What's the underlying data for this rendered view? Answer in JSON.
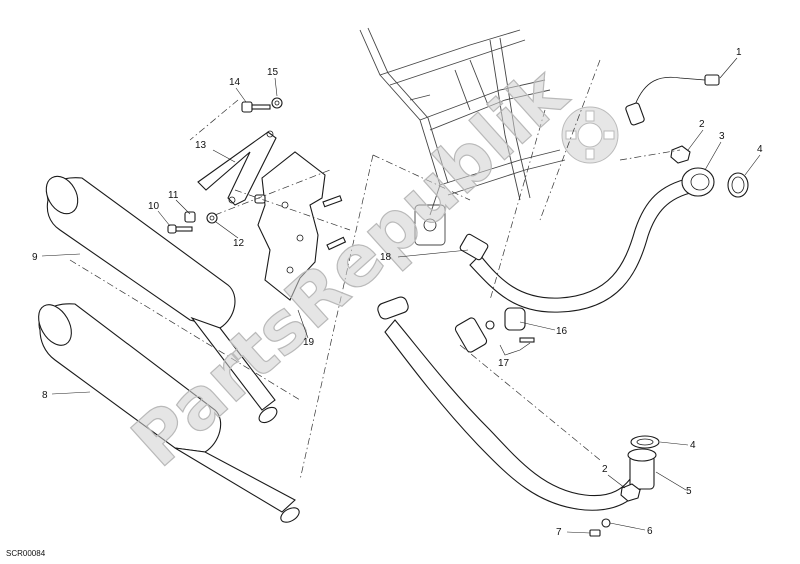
{
  "diagram": {
    "callouts": [
      "1",
      "2",
      "3",
      "4",
      "9",
      "11",
      "12",
      "13",
      "14",
      "15",
      "10",
      "18",
      "16",
      "17",
      "19",
      "8",
      "4",
      "2",
      "5",
      "6",
      "7"
    ],
    "drawing_code": "SCR00084",
    "watermark": "PartsRepublik"
  }
}
